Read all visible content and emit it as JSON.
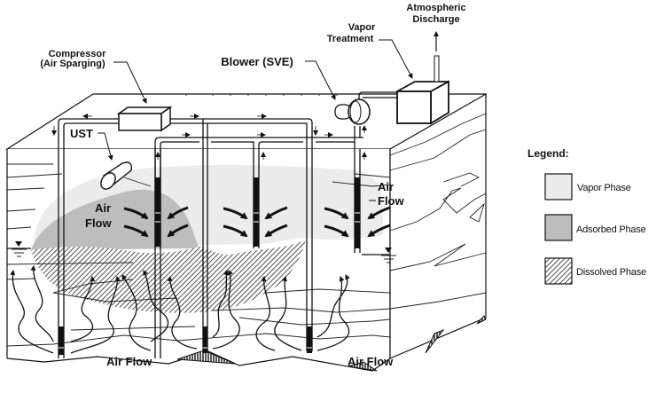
{
  "diagram": {
    "title": "Air Sparging and Soil Vapor Extraction (SVE) System",
    "labels": {
      "compressor_line1": "Compressor",
      "compressor_line2": "(Air Sparging)",
      "blower": "Blower (SVE)",
      "vapor_treatment_line1": "Vapor",
      "vapor_treatment_line2": "Treatment",
      "atmospheric_line1": "Atmospheric",
      "atmospheric_line2": "Discharge",
      "ust": "UST",
      "air_flow_left_line1": "Air",
      "air_flow_left_line2": "Flow",
      "air_flow_right_line1": "Air",
      "air_flow_right_line2": "Flow",
      "air_flow_bottom_left": "Air Flow",
      "air_flow_bottom_right": "Air Flow"
    },
    "legend": {
      "title": "Legend:",
      "items": [
        {
          "label": "Vapor Phase",
          "color": "#ececec",
          "pattern": "solid"
        },
        {
          "label": "Adsorbed Phase",
          "color": "#bdbdbd",
          "pattern": "solid"
        },
        {
          "label": "Dissolved Phase",
          "color": "#ffffff",
          "pattern": "hatch"
        }
      ]
    },
    "colors": {
      "vapor": "#ececec",
      "adsorbed": "#bdbdbd",
      "line": "#111111"
    }
  }
}
